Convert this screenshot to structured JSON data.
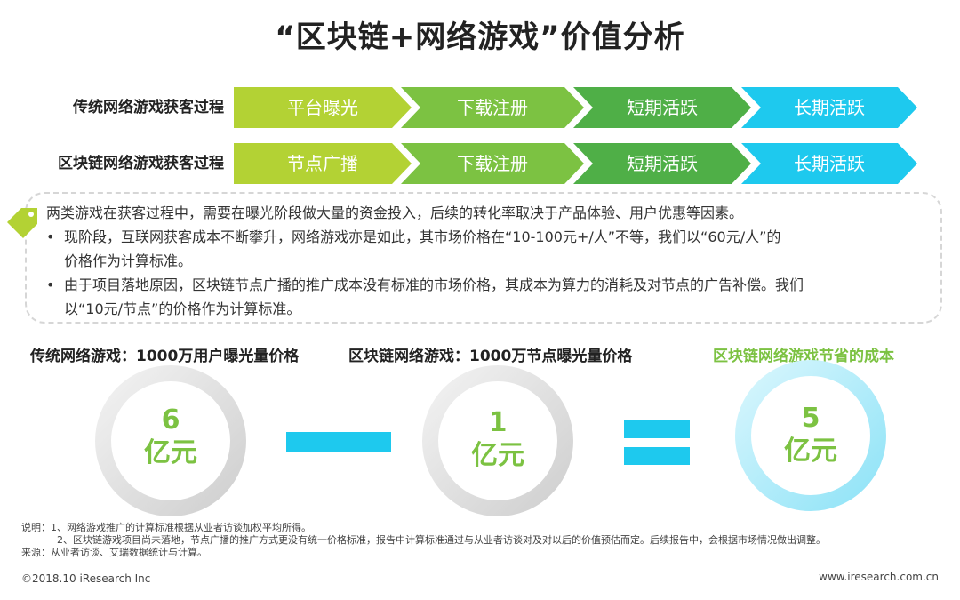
{
  "title": "“区块链+网络游戏”价值分析",
  "flows": [
    {
      "label": "传统网络游戏获客过程",
      "steps": [
        "平台曝光",
        "下载注册",
        "短期活跃",
        "长期活跃"
      ]
    },
    {
      "label": "区块链网络游戏获客过程",
      "steps": [
        "节点广播",
        "下载注册",
        "短期活跃",
        "长期活跃"
      ]
    }
  ],
  "colors": {
    "step1": "#b3d234",
    "step2": "#7cc242",
    "step3": "#4faf47",
    "step4": "#1ec9ee",
    "accent_green": "#7cc242",
    "accent_blue": "#1ec9ee"
  },
  "notes": {
    "intro": "两类游戏在获客过程中，需要在曝光阶段做大量的资金投入，后续的转化率取决于产品体验、用户优惠等因素。",
    "bullet": "•",
    "point1_line1": "现阶段，互联网获客成本不断攀升，网络游戏亦是如此，其市场价格在“10-100元+/人”不等，我们以“60元/人”的",
    "point1_line2": "价格作为计算标准。",
    "point2_line1": "由于项目落地原因，区块链节点广播的推广成本没有标准的市场价格，其成本为算力的消耗及对节点的广告补偿。我们",
    "point2_line2": "以“10元/节点”的价格作为计算标准。"
  },
  "calc": {
    "traditional_label": "传统网络游戏：1000万用户曝光量价格",
    "blockchain_label": "区块链网络游戏：1000万节点曝光量价格",
    "saving_label": "区块链网络游戏节省的成本",
    "traditional_value": "6",
    "blockchain_value": "1",
    "saving_value": "5",
    "unit": "亿元"
  },
  "footnotes": {
    "line1": "说明：1、网络游戏推广的计算标准根据从业者访谈加权平均所得。",
    "line2": "2、区块链游戏项目尚未落地，节点广播的推广方式更没有统一价格标准，报告中计算标准通过与从业者访谈对及对以后的价值预估而定。后续报告中，会根据市场情况做出调整。",
    "line3": "来源：从业者访谈、艾瑞数据统计与计算。"
  },
  "footer": {
    "copyright": "©2018.10 iResearch Inc",
    "site": "www.iresearch.com.cn"
  }
}
